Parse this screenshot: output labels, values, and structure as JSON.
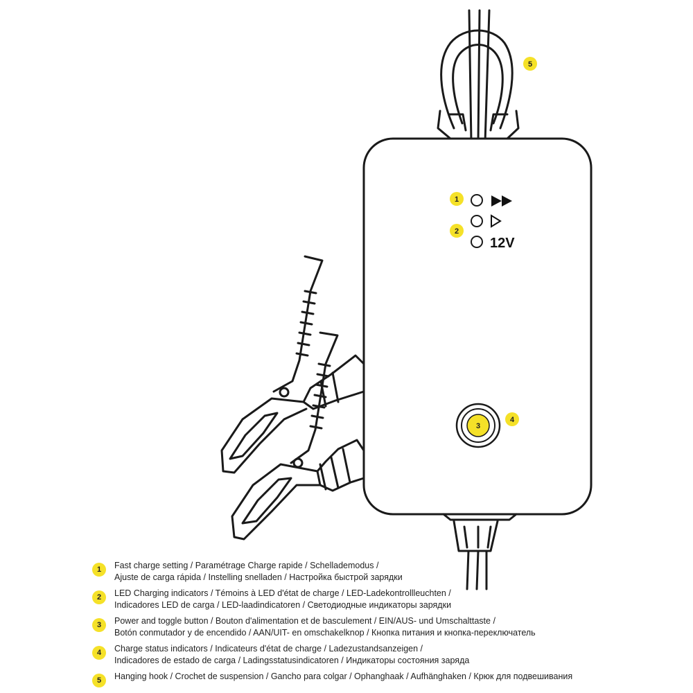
{
  "colors": {
    "callout_fill": "#f5e128",
    "stroke": "#1a1a1a",
    "background": "#ffffff"
  },
  "device": {
    "indicators": [
      {
        "callout": "1",
        "icon": "fast-forward-icon",
        "label": ""
      },
      {
        "callout": "",
        "icon": "play-outline-icon",
        "label": ""
      },
      {
        "callout": "2",
        "icon": "",
        "label": "12V"
      }
    ],
    "button_callout": "3",
    "button_ring_callout": "4",
    "hook_callout": "5"
  },
  "legend": [
    {
      "number": "1",
      "lines": [
        "Fast charge setting / Paramétrage Charge rapide / Schellademodus /",
        "Ajuste de carga rápida / Instelling snelladen / Настройка быстрой зарядки"
      ]
    },
    {
      "number": "2",
      "lines": [
        "LED Charging indicators / Témoins à LED d'état de charge / LED-Ladekontrollleuchten /",
        "Indicadores LED de carga / LED-laadindicatoren / Светодиодные индикаторы зарядки"
      ]
    },
    {
      "number": "3",
      "lines": [
        "Power and toggle button / Bouton d'alimentation et de basculement / EIN/AUS- und Umschalttaste /",
        "Botón conmutador y de encendido / AAN/UIT- en omschakelknop / Кнопка питания и кнопка-переключатель"
      ]
    },
    {
      "number": "4",
      "lines": [
        "Charge status indicators / Indicateurs d'état de charge / Ladezustandsanzeigen /",
        "Indicadores de estado de carga / Ladingsstatusindicatoren / Индикаторы состояния заряда"
      ]
    },
    {
      "number": "5",
      "lines": [
        "Hanging hook / Crochet de suspension / Gancho para colgar / Ophanghaak / Aufhänghaken / Крюк для подвешивания"
      ]
    }
  ]
}
